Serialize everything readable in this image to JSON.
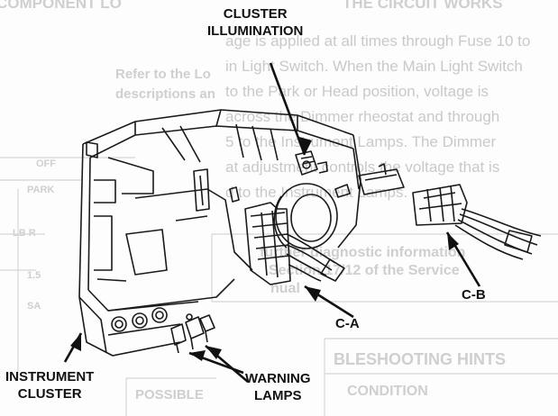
{
  "labels": {
    "cluster_illumination": [
      "CLUSTER",
      "ILLUMINATION"
    ],
    "ca": "C-A",
    "cb": "C-B",
    "instrument_cluster": [
      "INSTRUMENT",
      "CLUSTER"
    ],
    "warning_lamps": [
      "WARNING",
      "LAMPS"
    ]
  },
  "bleed_through": {
    "header_left": "COMPONENT LO",
    "header_right": "THE CIRCUIT WORKS",
    "body_lines": [
      "age is applied at all times through Fuse 10 to",
      "in Light Switch. When the Main Light Switch",
      "to the Park or Head position, voltage is",
      "across the Dimmer rheostat and through",
      "5 to the Instrument Lamps. The Dimmer",
      "at adjustment controls the voltage that is",
      "d to the Instrument Lamps."
    ],
    "refer_left": [
      "Refer to the Lo",
      "descriptions an"
    ],
    "further": [
      "further diagnostic information",
      "Section 17/12 of the Service",
      "nual"
    ],
    "troubleshooting": "BLESHOOTING HINTS",
    "condition": "CONDITION",
    "possible": "POSSIBLE",
    "side_labels": [
      "OFF",
      "PARK",
      "LB R",
      "SA",
      "1.5"
    ]
  }
}
